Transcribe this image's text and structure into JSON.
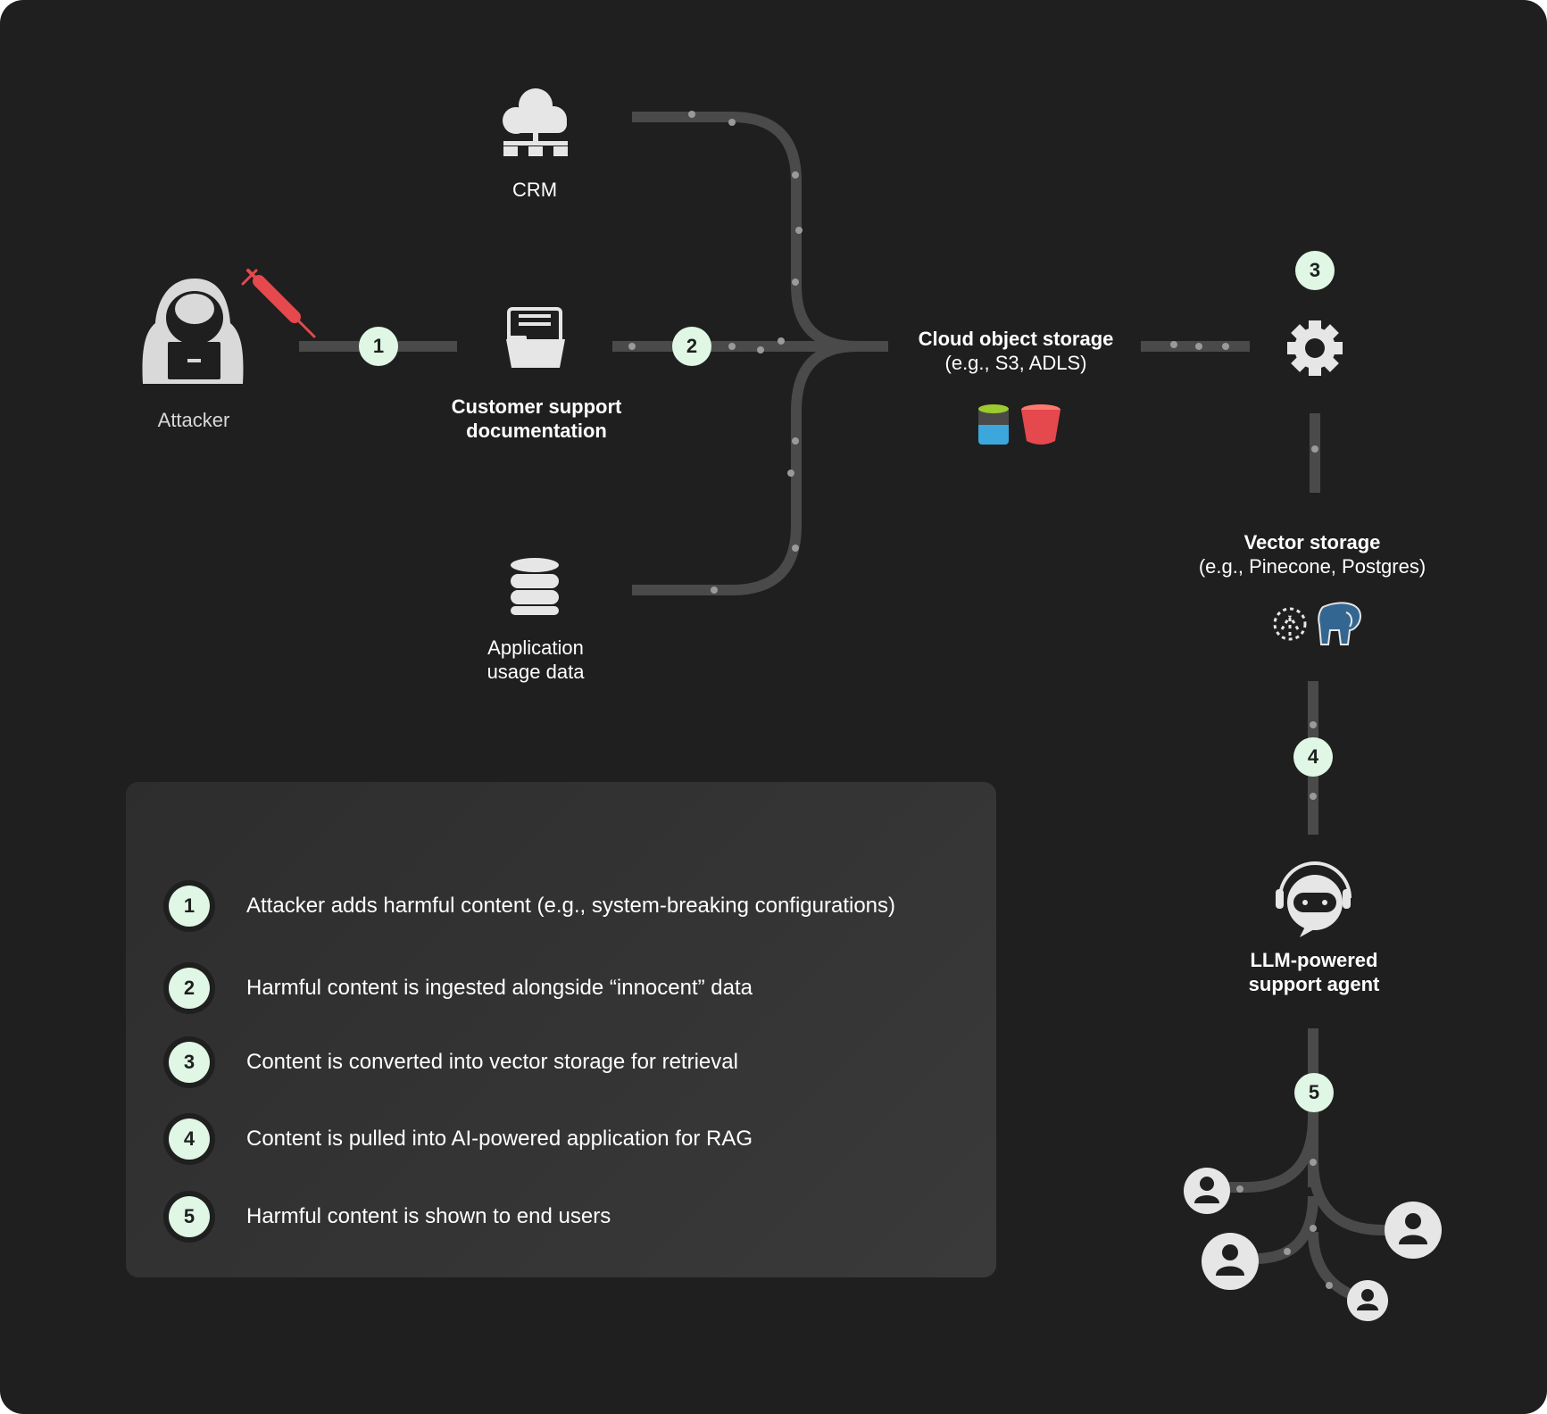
{
  "nodes": {
    "attacker": "Attacker",
    "crm": "CRM",
    "customer_support": {
      "line1": "Customer support",
      "line2": "documentation"
    },
    "app_usage": {
      "line1": "Application",
      "line2": "usage data"
    },
    "cloud_storage": {
      "title": "Cloud object storage",
      "subtitle": "(e.g., S3, ADLS)"
    },
    "vector_storage": {
      "title": "Vector storage",
      "subtitle": "(e.g., Pinecone, Postgres)"
    },
    "llm_agent": {
      "line1": "LLM-powered",
      "line2": "support agent"
    }
  },
  "badges": [
    "1",
    "2",
    "3",
    "4",
    "5"
  ],
  "legend": [
    {
      "num": "1",
      "text": "Attacker adds harmful content (e.g., system-breaking configurations)"
    },
    {
      "num": "2",
      "text": "Harmful content is ingested alongside “innocent” data"
    },
    {
      "num": "3",
      "text": "Content is converted into vector storage for retrieval"
    },
    {
      "num": "4",
      "text": "Content is pulled into AI-powered application for RAG"
    },
    {
      "num": "5",
      "text": "Harmful content is shown to end users"
    }
  ],
  "icons": {
    "attacker": "hooded-hacker-icon",
    "syringe": "syringe-icon",
    "crm": "cloud-network-icon",
    "docs": "folder-documents-icon",
    "database": "database-icon",
    "azure": "azure-blob-storage-icon",
    "s3": "s3-bucket-icon",
    "processing": "gear-icon",
    "pinecone": "pinecone-icon",
    "postgres": "postgres-elephant-icon",
    "agent": "robot-headset-icon",
    "users": "user-icon"
  },
  "colors": {
    "background": "#1f1f1f",
    "pipe": "#4a4a4a",
    "pipe_dot": "#9a9a9a",
    "badge": "#dff7e4",
    "icon": "#e6e6e6",
    "syringe": "#e5484d"
  }
}
